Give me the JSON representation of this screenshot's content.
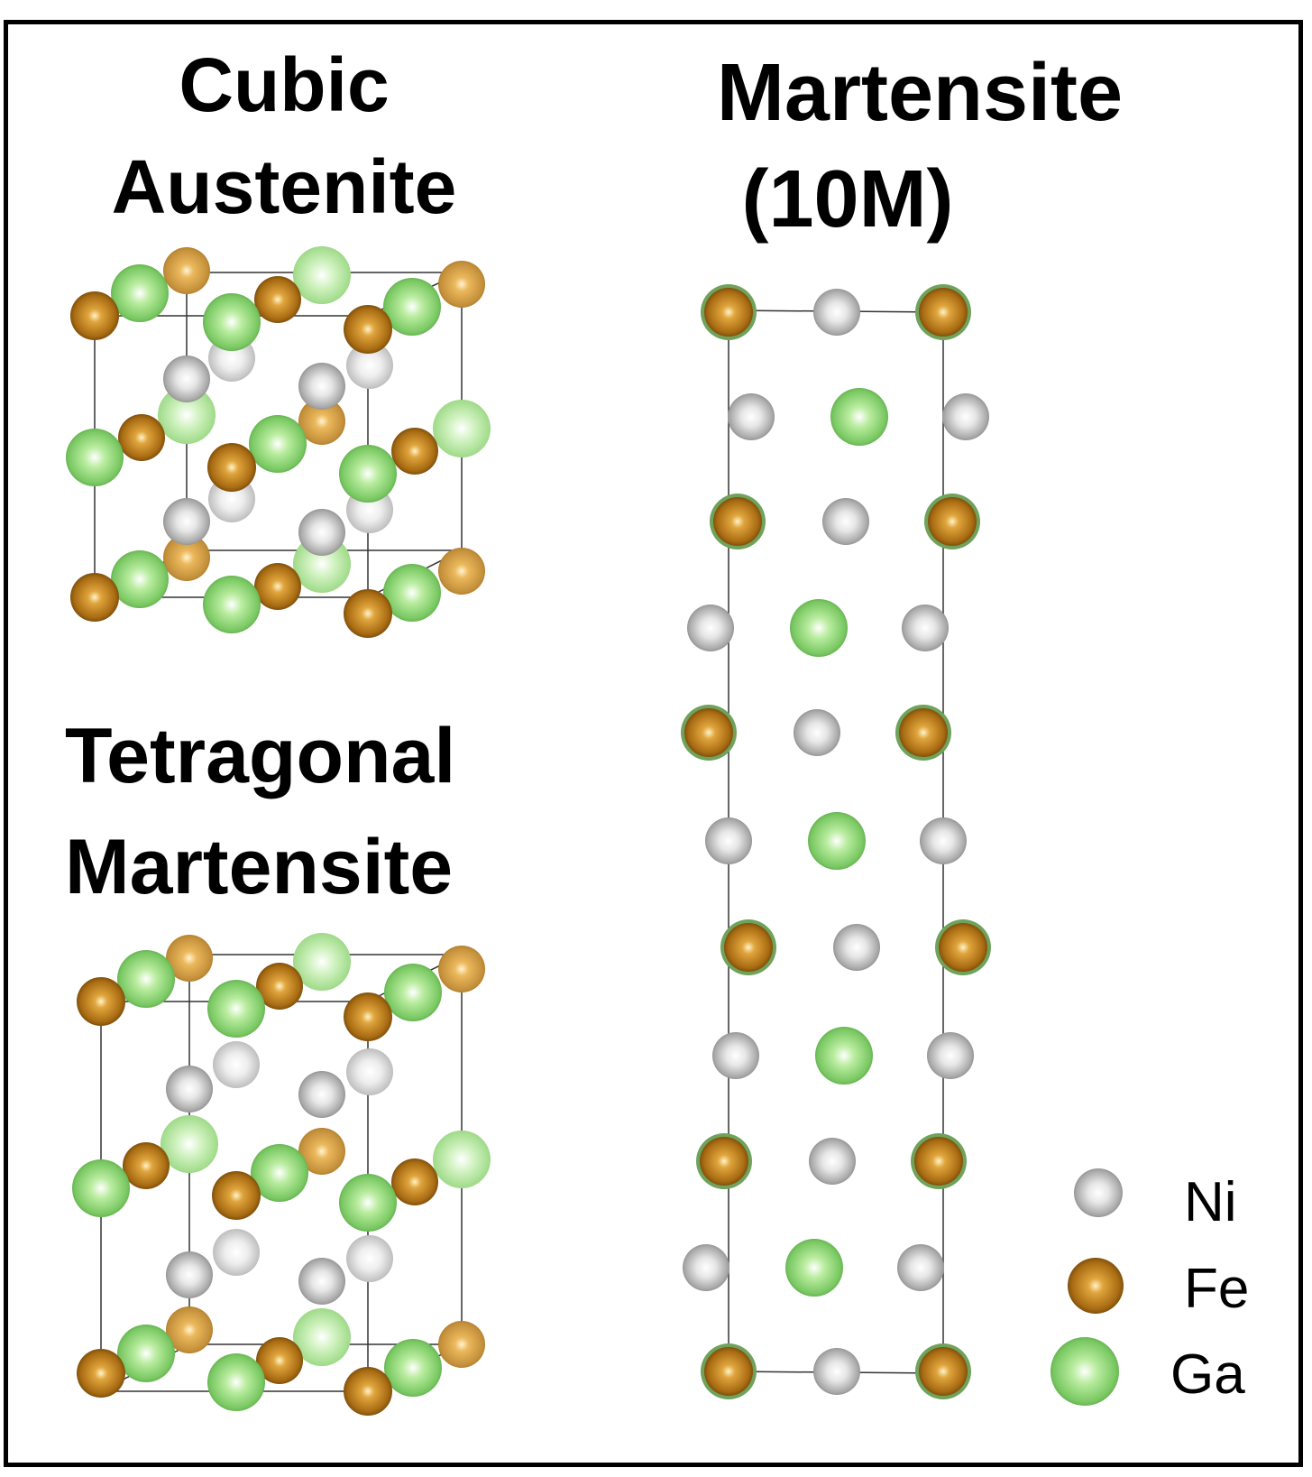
{
  "panels": {
    "cubic": {
      "title_line1": "Cubic",
      "title_line2": "Austenite"
    },
    "martensite_10m": {
      "title_line1": "Martensite",
      "title_line2": "(10M)"
    },
    "tetragonal": {
      "title_line1": "Tetragonal",
      "title_line2": "Martensite"
    }
  },
  "legend": {
    "ni": {
      "label": "Ni",
      "color": "#a8a8a8"
    },
    "fe": {
      "label": "Fe",
      "color": "#b5781a"
    },
    "ga": {
      "label": "Ga",
      "color": "#7fd36a"
    }
  }
}
